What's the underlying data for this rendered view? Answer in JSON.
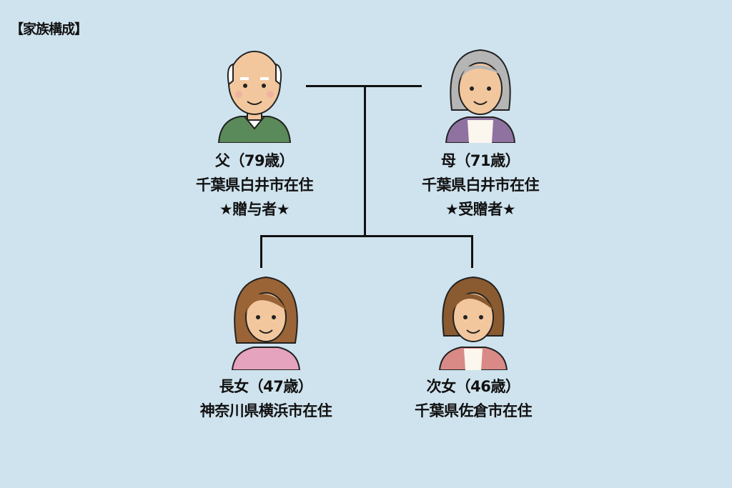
{
  "title": "【家族構成】",
  "members": [
    {
      "role_age": "父（79歳）",
      "residence": "千葉県白井市在住",
      "note": "★贈与者★"
    },
    {
      "role_age": "母（71歳）",
      "residence": "千葉県白井市在住",
      "note": "★受贈者★"
    },
    {
      "role_age": "長女（47歳）",
      "residence": "神奈川県横浜市在住"
    },
    {
      "role_age": "次女（46歳）",
      "residence": "千葉県佐倉市在住"
    }
  ],
  "colors": {
    "background": "#cfe3ee",
    "father_shirt": "#5b8a5a",
    "mother_cardigan": "#8f72a0",
    "daughter1_top": "#e6a3bd",
    "daughter2_top": "#d98a86"
  }
}
